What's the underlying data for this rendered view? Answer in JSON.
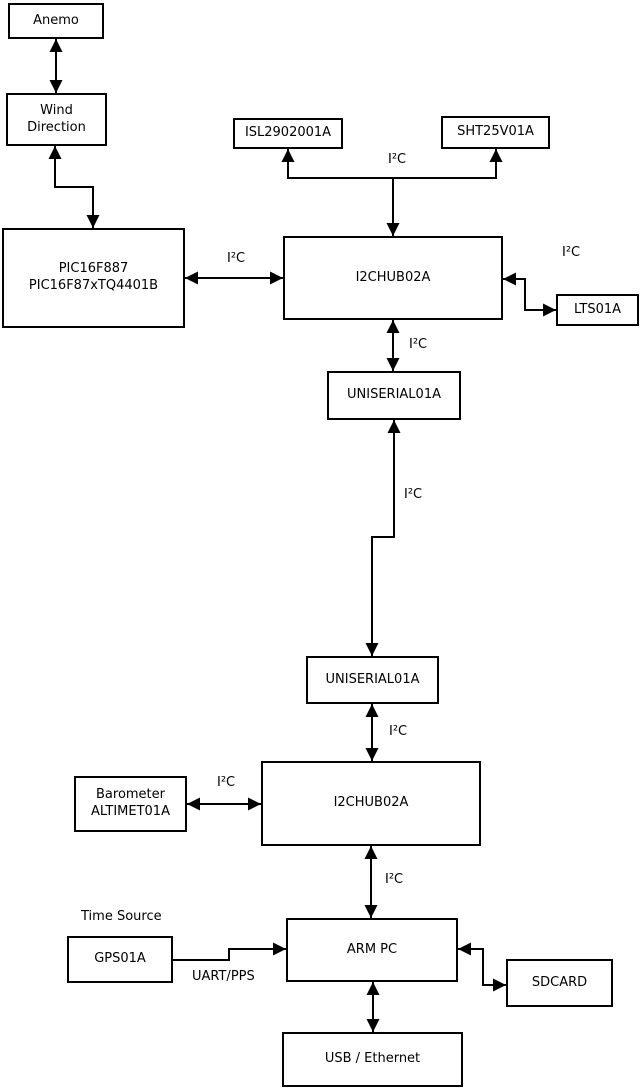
{
  "diagram": {
    "background_color": "#ffffff",
    "line_color": "#000000"
  },
  "nodes": {
    "anemo": {
      "label": "Anemo"
    },
    "wind_direction": {
      "line1": "Wind",
      "line2": "Direction"
    },
    "pic": {
      "line1": "PIC16F887",
      "line2": "PIC16F87xTQ4401B"
    },
    "isl": {
      "label": "ISL2902001A"
    },
    "sht": {
      "label": "SHT25V01A"
    },
    "hub1": {
      "label": "I2CHUB02A"
    },
    "lts": {
      "label": "LTS01A"
    },
    "uniserial1": {
      "label": "UNISERIAL01A"
    },
    "uniserial2": {
      "label": "UNISERIAL01A"
    },
    "barometer": {
      "line1": "Barometer",
      "line2": "ALTIMET01A"
    },
    "hub2": {
      "label": "I2CHUB02A"
    },
    "arm_pc": {
      "label": "ARM PC"
    },
    "gps": {
      "label": "GPS01A"
    },
    "sdcard": {
      "label": "SDCARD"
    },
    "usb_ethernet": {
      "label": "USB / Ethernet"
    }
  },
  "labels": {
    "time_source": "Time Source",
    "uart_pps": "UART/PPS",
    "i2c": [
      "I²C",
      "I²C",
      "I²C",
      "I²C",
      "I²C",
      "I²C",
      "I²C",
      "I²C"
    ]
  }
}
